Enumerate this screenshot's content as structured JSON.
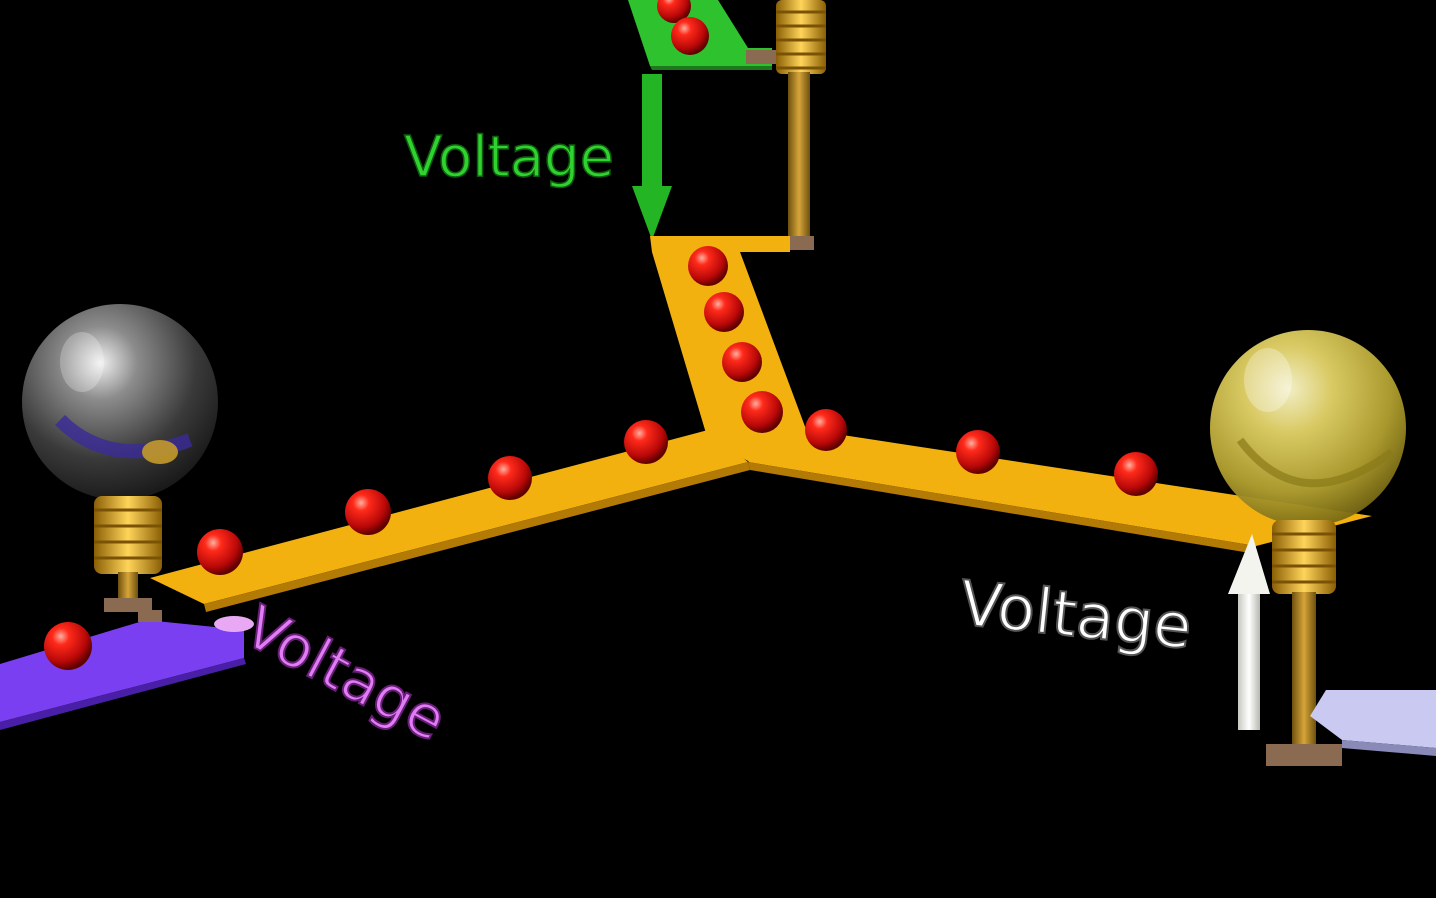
{
  "scene": {
    "background": "#000000",
    "labels": {
      "green_voltage": "Voltage",
      "white_voltage": "Voltage",
      "purple_voltage": "Voltage"
    },
    "colors": {
      "wire_main": "#f2b10f",
      "wire_green": "#2fc22f",
      "wire_purple": "#7a3ff0",
      "wire_lavender": "#c9c9f2",
      "electron": "#e01010",
      "label_green": "#2fd22f",
      "label_white": "#ffffff",
      "label_purple": "#e07cf4",
      "arrow_green": "#24b524",
      "arrow_white": "#f4f4ee",
      "bulb_dark": "#3a3a3a",
      "bulb_lit": "#d8c64a",
      "coil": "#d7a21c",
      "post": "#b88a1e",
      "pad": "#8a6a50"
    },
    "icons": {
      "bulb_left": "light-bulb-off-icon",
      "bulb_right": "light-bulb-on-icon",
      "bulb_top": "light-bulb-icon"
    }
  }
}
